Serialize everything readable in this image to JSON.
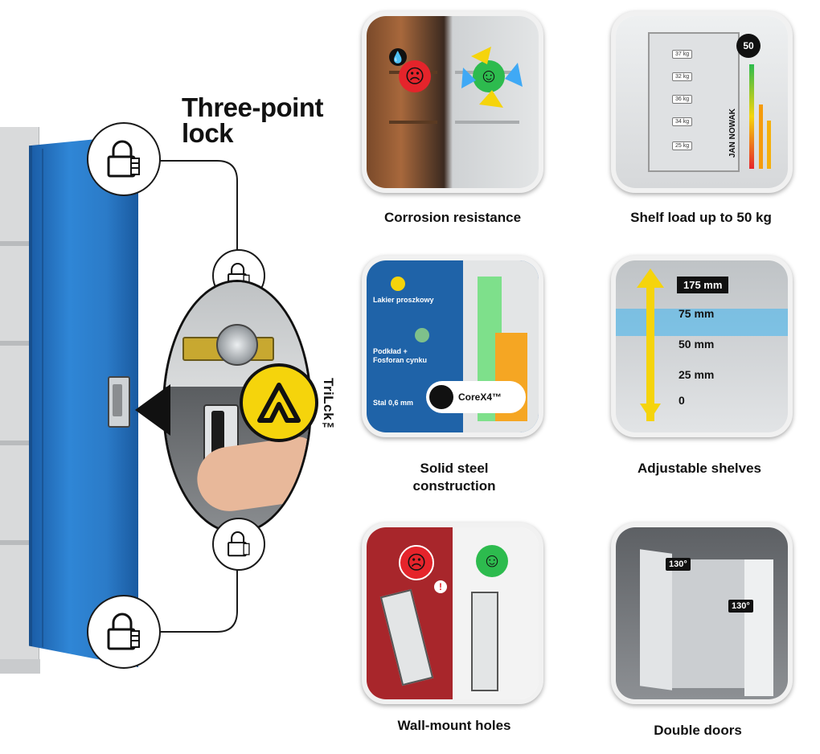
{
  "hero": {
    "title_line1": "Three-point",
    "title_line2": "lock",
    "brand_vertical": "TriLck™",
    "lock_label": "Three-point lock"
  },
  "features": [
    {
      "key": "corrosion",
      "caption": "Corrosion resistance"
    },
    {
      "key": "shelf_load",
      "caption": "Shelf load up to 50 kg",
      "badge": "50",
      "badge_unit": "kg",
      "brand": "JAN NOWAK",
      "weights": [
        "37 kg",
        "32 kg",
        "36 kg",
        "34 kg",
        "25 kg"
      ]
    },
    {
      "key": "steel",
      "caption_line1": "Solid steel",
      "caption_line2": "construction",
      "labels": [
        "Lakier proszkowy",
        "Podkład + Fosforan cynku",
        "Stal 0,6 mm"
      ],
      "core": "CoreX4™"
    },
    {
      "key": "shelves",
      "caption": "Adjustable shelves",
      "marks": [
        "175 mm",
        "75 mm",
        "50 mm",
        "25 mm",
        "0"
      ]
    },
    {
      "key": "wallmount",
      "caption": "Wall-mount holes"
    },
    {
      "key": "doors",
      "caption": "Double doors",
      "angles": [
        "130°",
        "130°"
      ]
    }
  ],
  "colors": {
    "door_blue": "#2b7bc8",
    "badge_yellow": "#f5d40c",
    "good_green": "#2dbb4e",
    "bad_red": "#e5242b"
  }
}
